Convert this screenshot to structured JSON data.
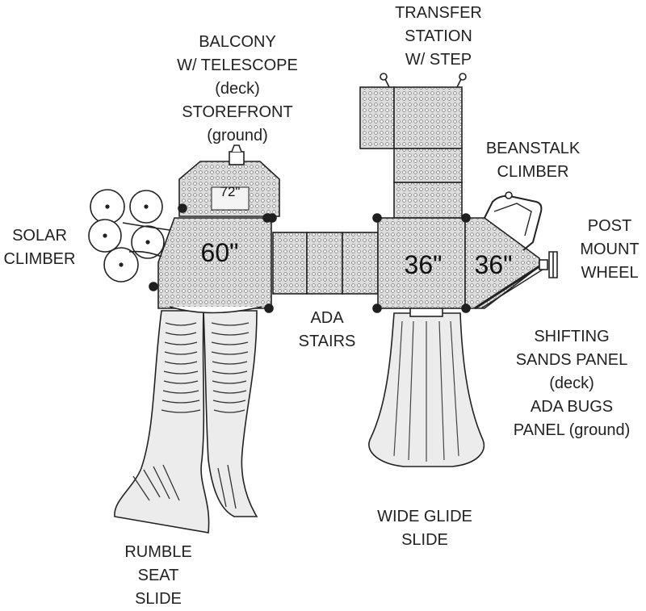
{
  "labels": {
    "transfer_station": [
      "TRANSFER",
      "STATION",
      "W/ STEP"
    ],
    "balcony": [
      "BALCONY",
      "W/ TELESCOPE",
      "(deck)",
      "STOREFRONT",
      "(ground)"
    ],
    "beanstalk": [
      "BEANSTALK",
      "CLIMBER"
    ],
    "solar": [
      "SOLAR",
      "CLIMBER"
    ],
    "post_mount": [
      "POST",
      "MOUNT",
      "WHEEL"
    ],
    "ada_stairs": [
      "ADA",
      "STAIRS"
    ],
    "shifting_sands": [
      "SHIFTING",
      "SANDS PANEL",
      "(deck)",
      "ADA BUGS",
      "PANEL (ground)"
    ],
    "wide_glide": [
      "WIDE GLIDE",
      "SLIDE"
    ],
    "rumble_seat": [
      "RUMBLE",
      "SEAT",
      "SLIDE"
    ]
  },
  "deck_heights": {
    "balcony": "72\"",
    "main_left": "60\"",
    "center_right": "36\"",
    "right": "36\""
  },
  "colors": {
    "line": "#222222",
    "fill": "#e2e2e2",
    "fill_light": "#f0f0f0",
    "perforation": "#ffffff"
  }
}
